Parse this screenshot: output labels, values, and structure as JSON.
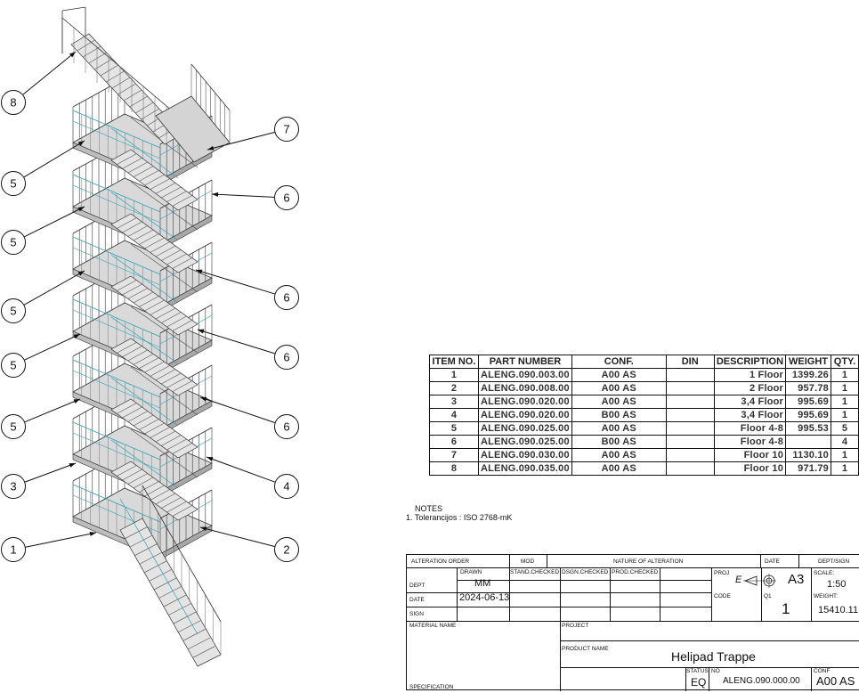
{
  "balloons": {
    "b8": "8",
    "b7": "7",
    "b5a": "5",
    "b6a": "6",
    "b5b": "5",
    "b5c": "5",
    "b6b": "6",
    "b5d": "5",
    "b6c": "6",
    "b5e": "5",
    "b6d": "6",
    "b3": "3",
    "b4": "4",
    "b1": "1",
    "b2": "2"
  },
  "bom": {
    "headers": [
      "ITEM NO.",
      "PART NUMBER",
      "CONF.",
      "DIN",
      "DESCRIPTION",
      "WEIGHT",
      "QTY."
    ],
    "rows": [
      [
        "1",
        "ALENG.090.003.00",
        "A00 AS",
        "",
        "1 Floor",
        "1399.26",
        "1"
      ],
      [
        "2",
        "ALENG.090.008.00",
        "A00 AS",
        "",
        "2 Floor",
        "957.78",
        "1"
      ],
      [
        "3",
        "ALENG.090.020.00",
        "A00 AS",
        "",
        "3,4 Floor",
        "995.69",
        "1"
      ],
      [
        "4",
        "ALENG.090.020.00",
        "B00 AS",
        "",
        "3,4 Floor",
        "995.69",
        "1"
      ],
      [
        "5",
        "ALENG.090.025.00",
        "A00 AS",
        "",
        "Floor 4-8",
        "995.53",
        "5"
      ],
      [
        "6",
        "ALENG.090.025.00",
        "B00 AS",
        "",
        "Floor 4-8",
        "",
        "4"
      ],
      [
        "7",
        "ALENG.090.030.00",
        "A00 AS",
        "",
        "Floor 10",
        "1130.10",
        "1"
      ],
      [
        "8",
        "ALENG.090.035.00",
        "A00 AS",
        "",
        "Floor 10",
        "971.79",
        "1"
      ]
    ]
  },
  "notes": {
    "title": "NOTES",
    "line1": "1. Tolerancijos : ISO 2768-mK"
  },
  "title_block": {
    "alteration_order": "ALTERATION ORDER",
    "mod": "MOD",
    "nature_of_alteration": "NATURE OF ALTERATION",
    "date_header": "DATE",
    "dept_sign": "DEPT/SIGN",
    "drawn_label": "DRAWN",
    "drawn_value": "MM",
    "stand_checked": "STAND.CHECKED",
    "dsgn_checked": "DSGN.CHECKED",
    "prod_checked": "PROD.CHECKED",
    "dept_label": "DEPT",
    "date_label": "DATE",
    "date_value": "2024-06-13",
    "sign_label": "SIGN",
    "proj_label": "PROJ",
    "proj_symbol": "E",
    "sheet_size": "A3",
    "scale_label": "SCALE:",
    "scale_value": "1:50",
    "code_label": "CODE",
    "q1_label": "Q1",
    "q1_value": "1",
    "weight_label": "WEIGHT:",
    "weight_value": "15410.11",
    "material_name": "MATERIAL NAME",
    "project_label": "PROJECT",
    "product_name_label": "PRODUCT NAME",
    "product_name": "Helipad Trappe",
    "specification": "SPECIFICATION",
    "status_label": "STATUS",
    "status_value": "EQ",
    "no_label": "NO",
    "no_value": "ALENG.090.000.00",
    "conf_label": "CONF",
    "conf_value": "A00 AS"
  }
}
